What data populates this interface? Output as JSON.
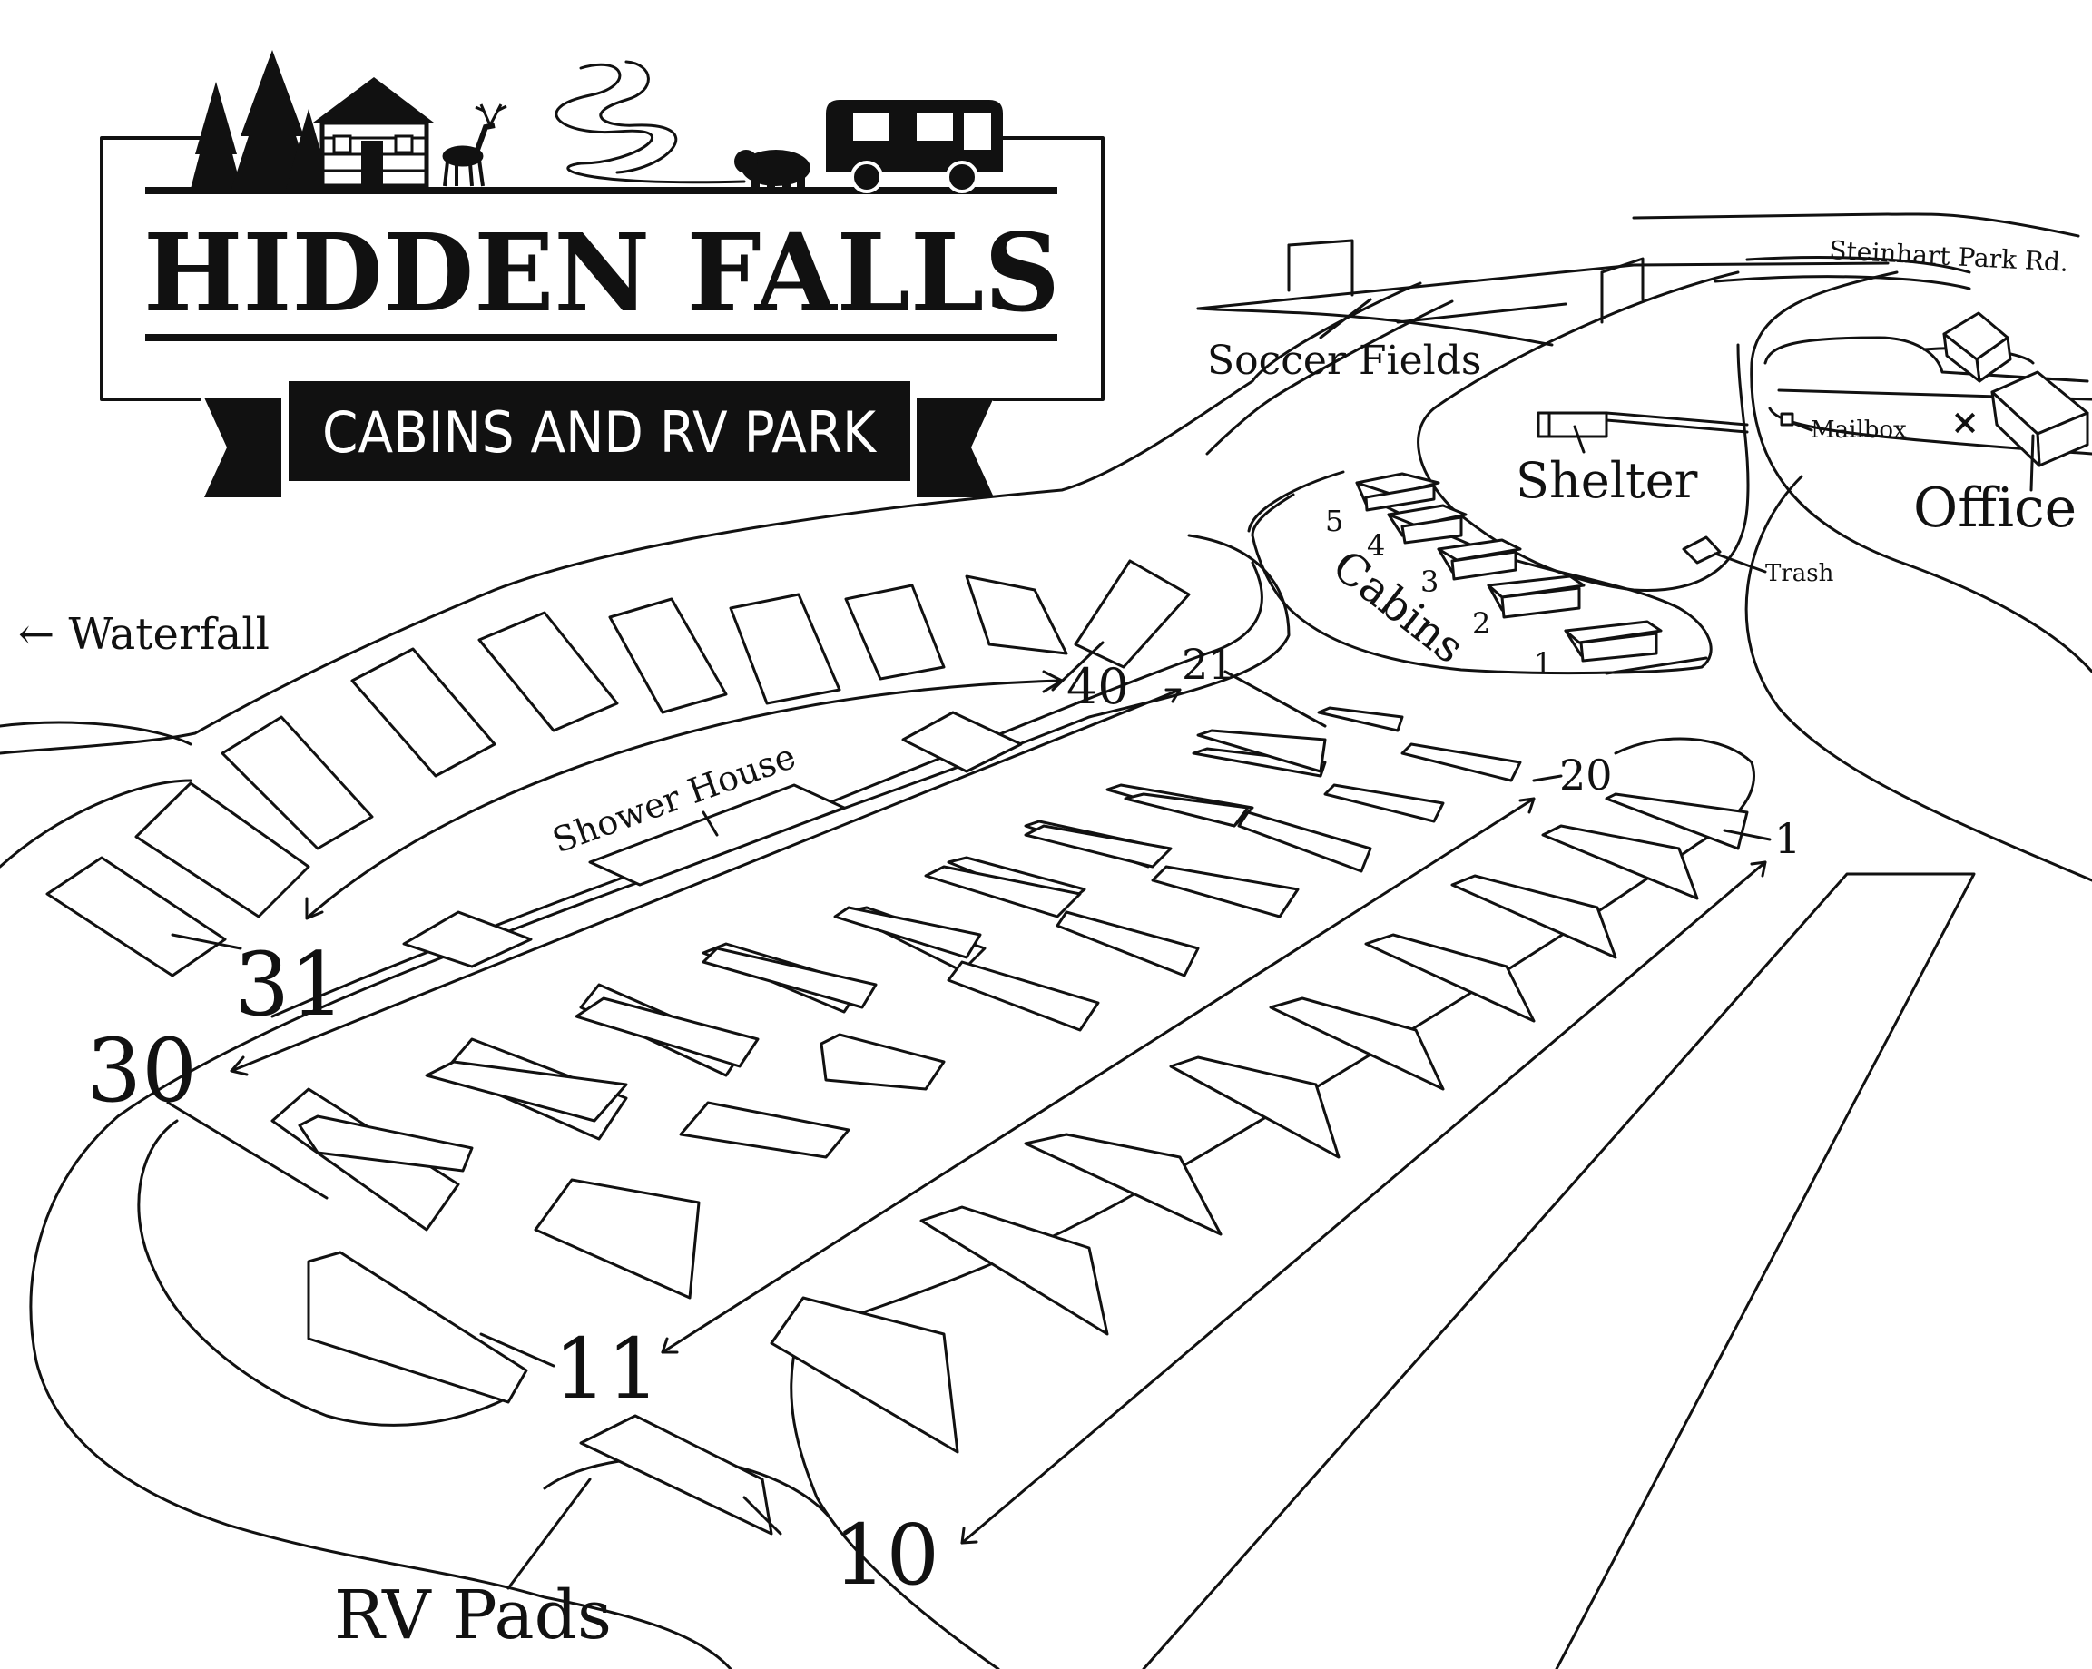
{
  "logo": {
    "title": "HIDDEN FALLS",
    "subtitle": "CABINS AND RV PARK"
  },
  "labels": {
    "road": "Steinhart  Park Rd.",
    "soccer": "Soccer Fields",
    "shelter": "Shelter",
    "mailbox": "Mailbox",
    "office": "Office",
    "trash": "Trash",
    "cabins": "Cabins",
    "waterfall": "← Waterfall",
    "shower": "Shower House",
    "rv_pads": "RV Pads",
    "office_marker": "×"
  },
  "cabin_numbers": [
    "5",
    "4",
    "3",
    "2",
    "1"
  ],
  "site_numbers": {
    "n1": "1",
    "n10": "10",
    "n11": "11",
    "n20": "20",
    "n21": "21",
    "n30": "30",
    "n31": "31",
    "n40": "40"
  },
  "icons": [
    "pine-trees-icon",
    "log-cabin-icon",
    "deer-icon",
    "winding-river-icon",
    "bear-icon",
    "rv-motorhome-icon"
  ]
}
